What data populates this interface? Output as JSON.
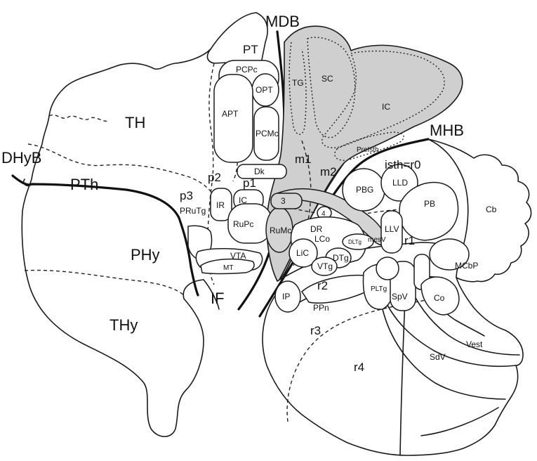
{
  "boundaries": {
    "mdb": "MDB",
    "mhb": "MHB",
    "dhyb": "DHyB",
    "if": "IF",
    "isth": "isth=r0"
  },
  "regions": {
    "th": "TH",
    "pth": "PTh",
    "phy": "PHy",
    "thy": "THy",
    "pt": "PT",
    "p1": "p1",
    "p2": "p2",
    "p3": "p3",
    "m1": "m1",
    "m2": "m2",
    "r1": "r1",
    "r2": "r2",
    "r3": "r3",
    "r4": "r4",
    "cb": "Cb"
  },
  "nuclei": {
    "pcpc": "PCPc",
    "opt": "OPT",
    "apt": "APT",
    "pcmc": "PCMc",
    "dk": "Dk",
    "ir": "IR",
    "ic_p1": "IC",
    "rupc": "RuPc",
    "rumc": "RuMc",
    "n3": "3",
    "n4": "4",
    "vta": "VTA",
    "mt": "MT",
    "prutg": "PRuTg",
    "tg": "TG",
    "sc": "SC",
    "ic": "IC",
    "preisth": "PreIsth",
    "pbg": "PBG",
    "lld": "LLD",
    "pb": "PB",
    "llv": "LLV",
    "dr": "DR",
    "lco": "LCo",
    "dltg": "DLTg",
    "mesv": "mesV",
    "lic": "LiC",
    "dtg": "DTg",
    "vtg": "VTg",
    "ip": "IP",
    "ppn": "PPn",
    "pltg": "PLTg",
    "spv": "SpV",
    "co": "Co",
    "mcbp": "MCbP",
    "vest": "Vest",
    "sdv": "SdV"
  }
}
